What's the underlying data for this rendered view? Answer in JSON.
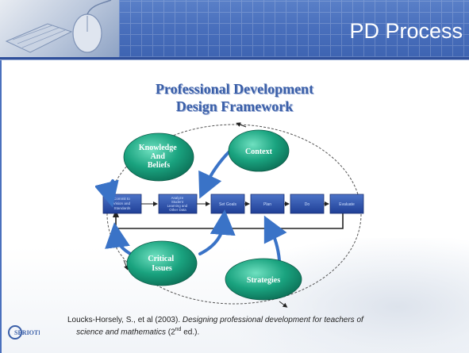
{
  "header": {
    "title": "PD Process"
  },
  "framework": {
    "title_line1": "Professional Development",
    "title_line2": "Design Framework"
  },
  "bubbles": {
    "knowledge": [
      "Knowledge",
      "And",
      "Beliefs"
    ],
    "context": "Context",
    "critical": [
      "Critical",
      "Issues"
    ],
    "strategies": "Strategies"
  },
  "steps": [
    {
      "lines": [
        "Commit to",
        "Vision and",
        "Standards"
      ]
    },
    {
      "lines": [
        "Analyze",
        "Student",
        "Learning and",
        "Other Data"
      ]
    },
    {
      "lines": [
        "Set Goals"
      ]
    },
    {
      "lines": [
        "Plan"
      ]
    },
    {
      "lines": [
        "Do"
      ]
    },
    {
      "lines": [
        "Evaluate"
      ]
    }
  ],
  "citation": {
    "authors": "Loucks-Horsely, S., et al (2003). ",
    "title_italic_1": "Designing professional development for teachers of",
    "title_italic_2": "science and mathematics",
    "edition_pre": " (2",
    "edition_sup": "nd",
    "edition_post": " ed.)."
  },
  "logo": {
    "text": "SERIOTEC"
  },
  "colors": {
    "banner": "#4a70bd",
    "title_blue": "#3a5fa8",
    "bubble_fill": "#1aa37f",
    "step_fill": "#2d4ea8",
    "arrow": "#3a73c7"
  }
}
